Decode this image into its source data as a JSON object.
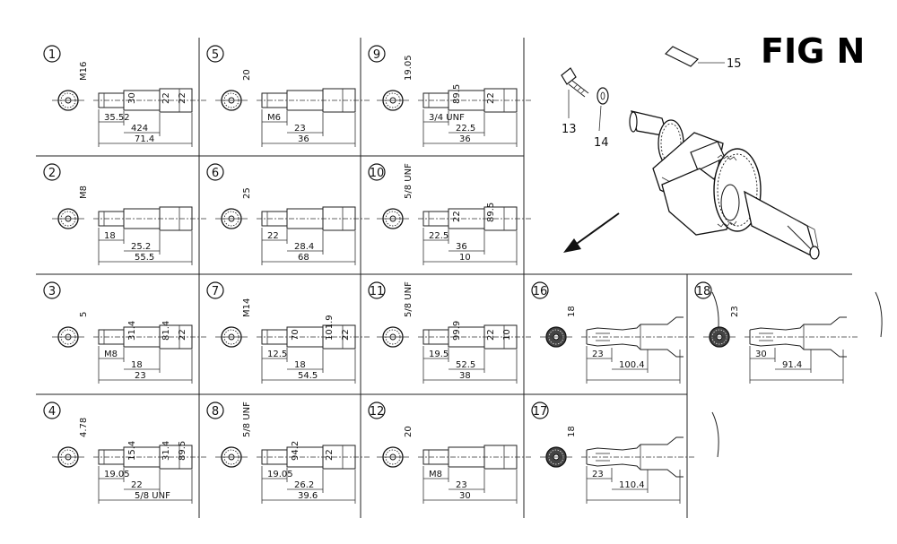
{
  "figure_title": "FIG N",
  "parts": {
    "p13": "13",
    "p14": "14",
    "p15": "15"
  },
  "variants": [
    {
      "id": "1",
      "dims": {
        "a": "M16",
        "b": "35.52",
        "c": "424",
        "d": "71.4",
        "e": "30",
        "f": "22",
        "g": "22"
      }
    },
    {
      "id": "5",
      "dims": {
        "a": "20",
        "b": "M6",
        "c": "23",
        "d": "36"
      }
    },
    {
      "id": "9",
      "dims": {
        "a": "19.05",
        "b": "3/4 UNF",
        "c": "22.5",
        "d": "36",
        "e": "89.5",
        "f": "22"
      }
    },
    {
      "id": "2",
      "dims": {
        "a": "M8",
        "b": "18",
        "c": "25.2",
        "d": "55.5"
      }
    },
    {
      "id": "6",
      "dims": {
        "a": "25",
        "b": "22",
        "c": "28.4",
        "d": "68"
      }
    },
    {
      "id": "10",
      "dims": {
        "a": "5/8 UNF",
        "b": "22.5",
        "c": "36",
        "d": "10",
        "e": "22",
        "f": "89.5"
      }
    },
    {
      "id": "3",
      "dims": {
        "a": "5",
        "b": "M8",
        "c": "18",
        "d": "23",
        "e": "31.4",
        "f": "81.4",
        "g": "22"
      }
    },
    {
      "id": "7",
      "dims": {
        "a": "M14",
        "b": "12.5",
        "c": "18",
        "d": "54.5",
        "e": "70",
        "f": "101.9",
        "g": "22"
      }
    },
    {
      "id": "11",
      "dims": {
        "a": "5/8 UNF",
        "b": "19.5",
        "c": "52.5",
        "d": "38",
        "e": "99.9",
        "f": "22",
        "g": "10"
      }
    },
    {
      "id": "16",
      "dims": {
        "a": "18",
        "b": "23",
        "c": "100.4"
      }
    },
    {
      "id": "18",
      "dims": {
        "a": "23",
        "b": "30",
        "c": "91.4"
      }
    },
    {
      "id": "4",
      "dims": {
        "a": "4.78",
        "b": "19.05",
        "c": "22",
        "d": "5/8 UNF",
        "e": "15.4",
        "f": "31.4",
        "g": "89.5"
      }
    },
    {
      "id": "8",
      "dims": {
        "a": "5/8 UNF",
        "b": "19.05",
        "c": "26.2",
        "d": "39.6",
        "e": "94.2",
        "f": "22"
      }
    },
    {
      "id": "12",
      "dims": {
        "a": "20",
        "b": "M8",
        "c": "23",
        "d": "30"
      }
    },
    {
      "id": "17",
      "dims": {
        "a": "18",
        "b": "23",
        "c": "110.4"
      }
    }
  ]
}
